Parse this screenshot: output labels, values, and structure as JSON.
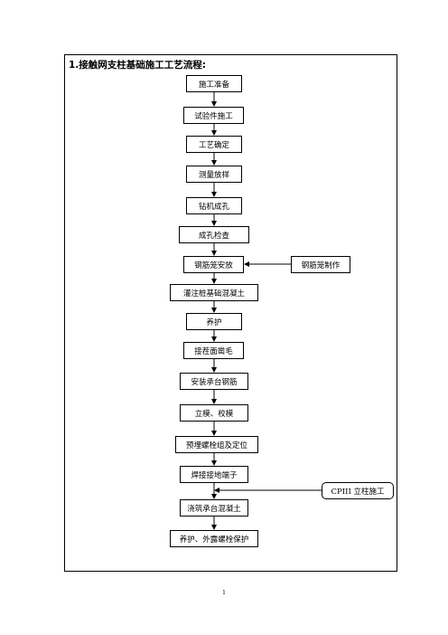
{
  "title": "1.接触网支柱基础施工工艺流程:",
  "steps": [
    "施工准备",
    "试验件施工",
    "工艺确定",
    "测量放样",
    "钻机成孔",
    "成孔检查",
    "钢筋笼安放",
    "灌注桩基础混凝土",
    "养护",
    "接茬面凿毛",
    "安装承台钢筋",
    "立模、校模",
    "预埋螺栓组及定位",
    "焊接接地端子",
    "浇筑承台混凝土",
    "养护、外露螺栓保护"
  ],
  "side_inputs": {
    "rebar_cage": "钢筋笼制作",
    "cpiii": "CPIII 立柱施工"
  },
  "page_number": "1"
}
